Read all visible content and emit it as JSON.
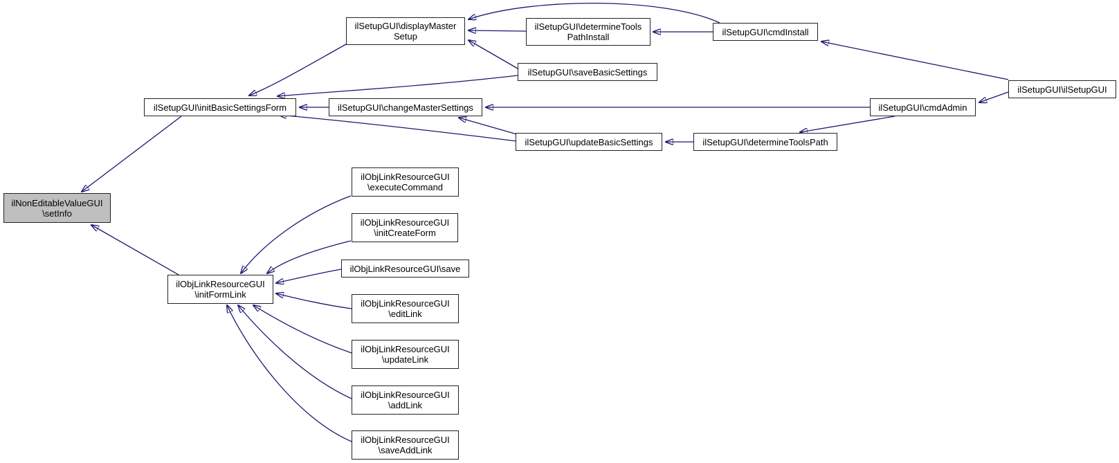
{
  "diagram": {
    "kind": "doxygen-caller-graph",
    "background_color": "#ffffff",
    "edge_color": "#191970",
    "node_border_color": "#222222",
    "node_fill_color": "#ffffff",
    "highlight_fill_color": "#bfbfbf",
    "highlighted_node": "setInfo",
    "nodes": [
      {
        "id": "displayMasterSetup",
        "label": "ilSetupGUI\\displayMaster\nSetup"
      },
      {
        "id": "determineToolsPathInstall",
        "label": "ilSetupGUI\\determineTools\nPathInstall"
      },
      {
        "id": "cmdInstall",
        "label": "ilSetupGUI\\cmdInstall"
      },
      {
        "id": "ilSetupGUI",
        "label": "ilSetupGUI\\ilSetupGUI"
      },
      {
        "id": "saveBasicSettings",
        "label": "ilSetupGUI\\saveBasicSettings"
      },
      {
        "id": "initBasicSettingsForm",
        "label": "ilSetupGUI\\initBasicSettingsForm"
      },
      {
        "id": "changeMasterSettings",
        "label": "ilSetupGUI\\changeMasterSettings"
      },
      {
        "id": "cmdAdmin",
        "label": "ilSetupGUI\\cmdAdmin"
      },
      {
        "id": "updateBasicSettings",
        "label": "ilSetupGUI\\updateBasicSettings"
      },
      {
        "id": "determineToolsPath",
        "label": "ilSetupGUI\\determineToolsPath"
      },
      {
        "id": "setInfo",
        "label": "ilNonEditableValueGUI\n\\setInfo"
      },
      {
        "id": "initFormLink",
        "label": "ilObjLinkResourceGUI\n\\initFormLink"
      },
      {
        "id": "executeCommand",
        "label": "ilObjLinkResourceGUI\n\\executeCommand"
      },
      {
        "id": "initCreateForm",
        "label": "ilObjLinkResourceGUI\n\\initCreateForm"
      },
      {
        "id": "save",
        "label": "ilObjLinkResourceGUI\\save"
      },
      {
        "id": "editLink",
        "label": "ilObjLinkResourceGUI\n\\editLink"
      },
      {
        "id": "updateLink",
        "label": "ilObjLinkResourceGUI\n\\updateLink"
      },
      {
        "id": "addLink",
        "label": "ilObjLinkResourceGUI\n\\addLink"
      },
      {
        "id": "saveAddLink",
        "label": "ilObjLinkResourceGUI\n\\saveAddLink"
      }
    ],
    "edges": [
      {
        "from": "initBasicSettingsForm",
        "to": "setInfo"
      },
      {
        "from": "initFormLink",
        "to": "setInfo"
      },
      {
        "from": "displayMasterSetup",
        "to": "initBasicSettingsForm"
      },
      {
        "from": "saveBasicSettings",
        "to": "initBasicSettingsForm"
      },
      {
        "from": "changeMasterSettings",
        "to": "initBasicSettingsForm"
      },
      {
        "from": "updateBasicSettings",
        "to": "initBasicSettingsForm"
      },
      {
        "from": "cmdAdmin",
        "to": "changeMasterSettings"
      },
      {
        "from": "updateBasicSettings",
        "to": "changeMasterSettings"
      },
      {
        "from": "determineToolsPathInstall",
        "to": "displayMasterSetup"
      },
      {
        "from": "cmdInstall",
        "to": "displayMasterSetup"
      },
      {
        "from": "saveBasicSettings",
        "to": "displayMasterSetup"
      },
      {
        "from": "cmdInstall",
        "to": "determineToolsPathInstall"
      },
      {
        "from": "ilSetupGUI",
        "to": "cmdInstall"
      },
      {
        "from": "ilSetupGUI",
        "to": "cmdAdmin"
      },
      {
        "from": "cmdAdmin",
        "to": "determineToolsPath"
      },
      {
        "from": "determineToolsPath",
        "to": "updateBasicSettings"
      },
      {
        "from": "executeCommand",
        "to": "initFormLink"
      },
      {
        "from": "initCreateForm",
        "to": "initFormLink"
      },
      {
        "from": "save",
        "to": "initFormLink"
      },
      {
        "from": "editLink",
        "to": "initFormLink"
      },
      {
        "from": "updateLink",
        "to": "initFormLink"
      },
      {
        "from": "addLink",
        "to": "initFormLink"
      },
      {
        "from": "saveAddLink",
        "to": "initFormLink"
      }
    ]
  }
}
